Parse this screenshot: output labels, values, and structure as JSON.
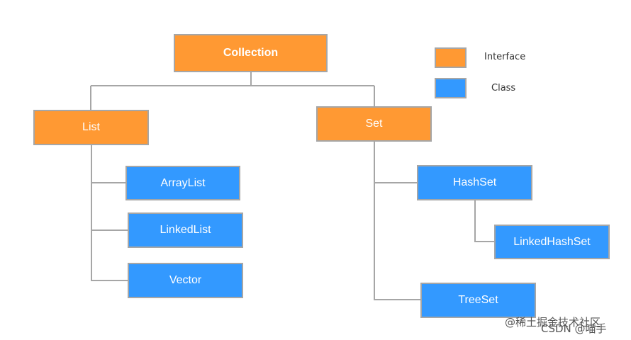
{
  "diagram": {
    "nodes": {
      "collection": "Collection",
      "list": "List",
      "set": "Set",
      "arraylist": "ArrayList",
      "linkedlist": "LinkedList",
      "vector": "Vector",
      "hashset": "HashSet",
      "linkedhashset": "LinkedHashSet",
      "treeset": "TreeSet"
    }
  },
  "legend": {
    "interface_label": "Interface",
    "class_label": "Class",
    "interface_color": "#ff9933",
    "class_color": "#3399ff"
  },
  "watermark": {
    "line1": "@稀土掘金技术社区",
    "line2": "CSDN @喵手"
  }
}
